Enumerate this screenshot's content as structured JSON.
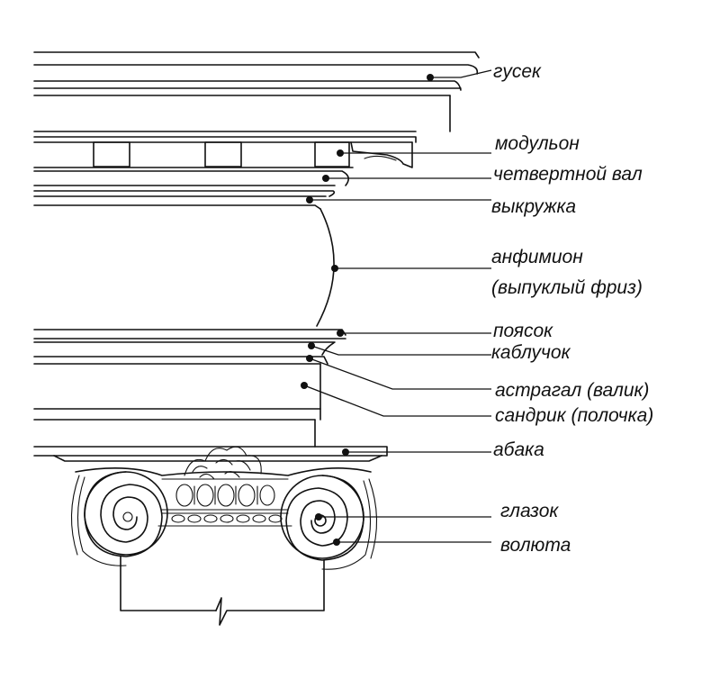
{
  "labels": {
    "gusek": "гусек",
    "modulon": "модульон",
    "chetvertnoy_val": "четвертной вал",
    "vykruzhka": "выкружка",
    "anfimion": "анфимион",
    "anfimion_sub": "(выпуклый фриз)",
    "poyasok": "поясок",
    "kabluchok": "каблучок",
    "astragal": "астрагал (валик)",
    "sandrik": "сандрик (полочка)",
    "abaka": "абака",
    "glazok": "глазок",
    "voluta": "волюта"
  },
  "colors": {
    "ink": "#111111",
    "background": "#ffffff"
  }
}
